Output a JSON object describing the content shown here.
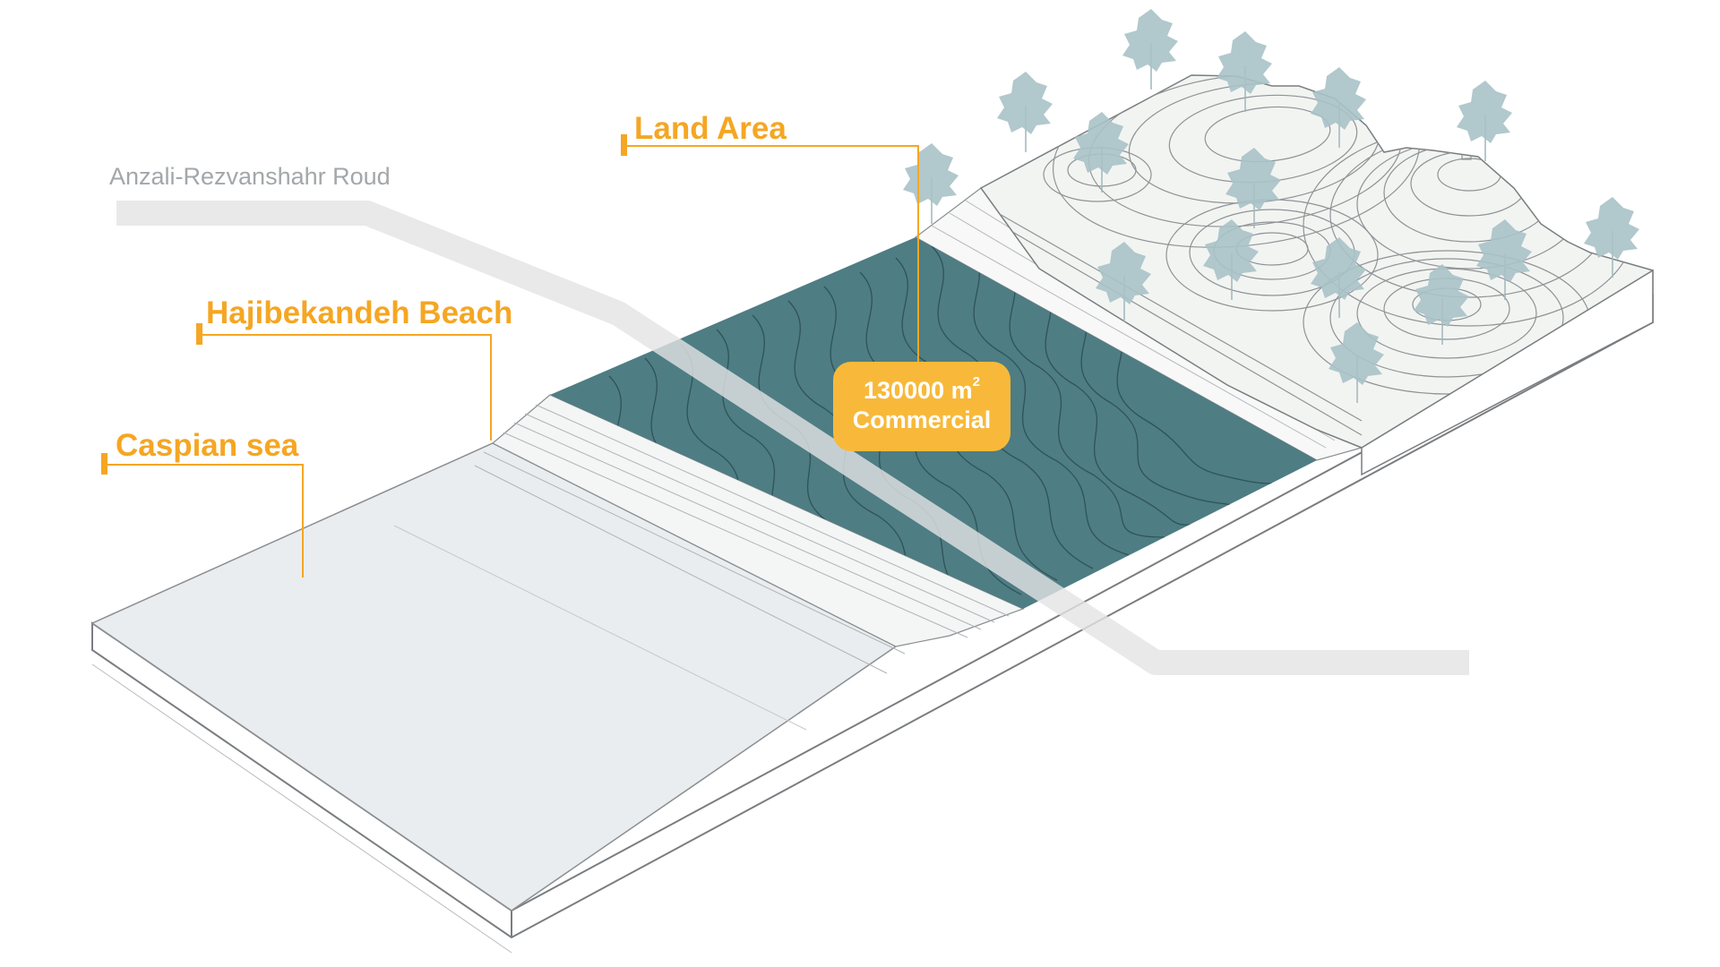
{
  "labels": {
    "land_area": "Land Area",
    "road": "Anzali-Rezvanshahr Roud",
    "beach": "Hajibekandeh Beach",
    "sea": "Caspian sea"
  },
  "badge": {
    "value": "130000 m",
    "superscript": "2",
    "use": "Commercial"
  },
  "colors": {
    "accent": "#f5a623",
    "badge_fill": "#f8b93a",
    "commercial_zone": "#4e7d83",
    "road_band": "#e9eaeb",
    "road_label": "#a3a7aa",
    "sea_surface": "#e8ecee",
    "land_surface": "#f2f4f2",
    "outline": "#7a7d80",
    "tree": "#a9c2c6"
  },
  "icons": [
    "tree-icon"
  ]
}
